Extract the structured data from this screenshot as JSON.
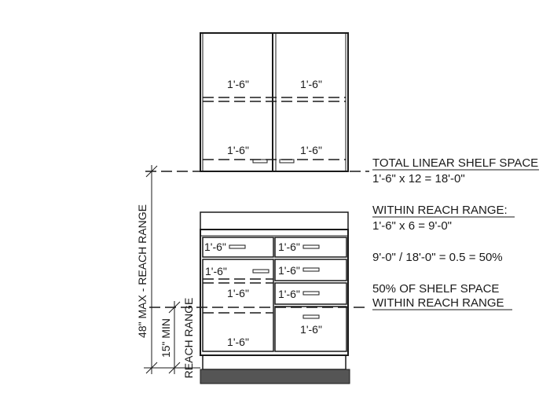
{
  "upper_cabinet": {
    "left_upper_shelf": "1'-6\"",
    "right_upper_shelf": "1'-6\"",
    "left_lower_shelf": "1'-6\"",
    "right_lower_shelf": "1'-6\""
  },
  "base_cabinet": {
    "left_drawer_1": "1'-6\"",
    "left_drawer_2": "1'-6\"",
    "left_shelf_mid": "1'-6\"",
    "left_shelf_low": "1'-6\"",
    "right_drawer_1": "1'-6\"",
    "right_drawer_2": "1'-6\"",
    "right_drawer_3": "1'-6\"",
    "right_door": "1'-6\""
  },
  "dimensions": {
    "max_reach": "48\" MAX - REACH RANGE",
    "min_reach_top": "15\" MIN",
    "min_reach_bottom": "REACH RANGE"
  },
  "notes": {
    "total_title": "TOTAL LINEAR SHELF SPACE",
    "total_calc": "1'-6\" x 12 = 18'-0\"",
    "within_title": "WITHIN REACH RANGE:",
    "within_calc": "1'-6\" x 6 = 9'-0\"",
    "ratio_calc": "9'-0\" / 18'-0\" = 0.5 = 50%",
    "summary_line1": "50% OF SHELF SPACE",
    "summary_line2": "WITHIN REACH RANGE"
  }
}
